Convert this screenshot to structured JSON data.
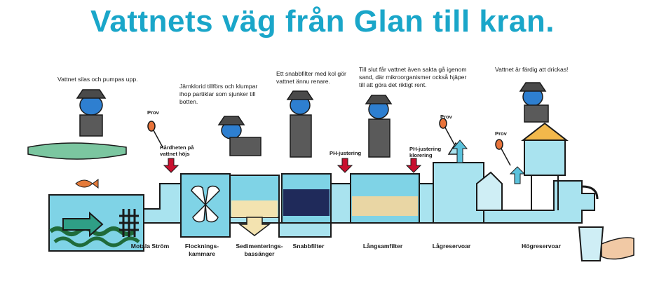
{
  "title": "Vattnets väg från Glan till kran.",
  "notes": {
    "intake": "Vattnet silas och pumpas upp.",
    "flocculation": "Järnklorid tillförs och klumpar ihop partiklar som sjunker till botten.",
    "fast_filter": "Ett snabbfilter med kol gör vattnet ännu renare.",
    "slow_filter": "Till slut får vattnet även sakta gå igenom sand, där mikroorganismer också hjäper till att göra det riktigt rent.",
    "drinkable": "Vattnet är färdig att drickas!"
  },
  "markers": {
    "prov": "Prov",
    "hardness": "Hårdheten på vattnet höjs",
    "ph": "PH-justering",
    "ph_chlorine": "PH-justering klorering"
  },
  "stations": [
    "Motala Ström",
    "Flocknings-kammare",
    "Sedimenterings-bassänger",
    "Snabbfilter",
    "Långsamfilter",
    "Lågreservoar",
    "Högreservoar"
  ],
  "colors": {
    "title": "#1aa6c9",
    "water": "#7fd3e6",
    "pipe": "#a9e3ef",
    "outline": "#1a1a1a",
    "arrow_red": "#c8102e",
    "arrow_blue": "#5bc2dc",
    "charcoal": "#1f2a5a",
    "sand": "#e9d6a4",
    "sediment": "#f3e3b0",
    "character": "#2e7fd0"
  }
}
